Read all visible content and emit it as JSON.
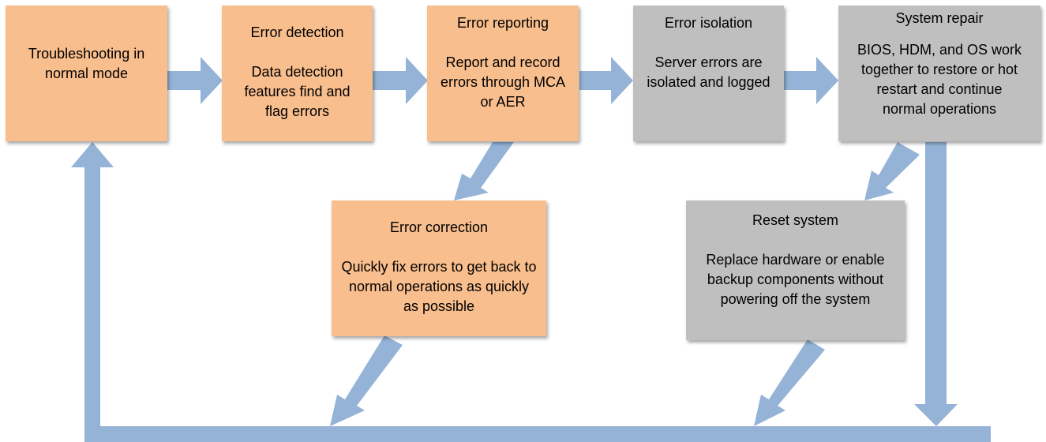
{
  "boxes": {
    "troubleshooting": {
      "title": "Troubleshooting in normal mode"
    },
    "detection": {
      "title": "Error detection",
      "desc": "Data detection features find and flag errors"
    },
    "reporting": {
      "title": "Error reporting",
      "desc": "Report and record errors through MCA or AER"
    },
    "isolation": {
      "title": "Error isolation",
      "desc": "Server errors are isolated and logged"
    },
    "repair": {
      "title": "System repair",
      "desc": "BIOS, HDM, and OS work together to restore or hot restart and continue normal operations"
    },
    "correction": {
      "title": "Error correction",
      "desc": "Quickly fix errors to get back to normal operations as quickly as possible"
    },
    "reset": {
      "title": "Reset system",
      "desc": "Replace hardware or enable backup components without powering off the system"
    }
  },
  "colors": {
    "orange": "#f9be8d",
    "gray": "#bfbfbf",
    "arrow": "#95b3d7"
  }
}
